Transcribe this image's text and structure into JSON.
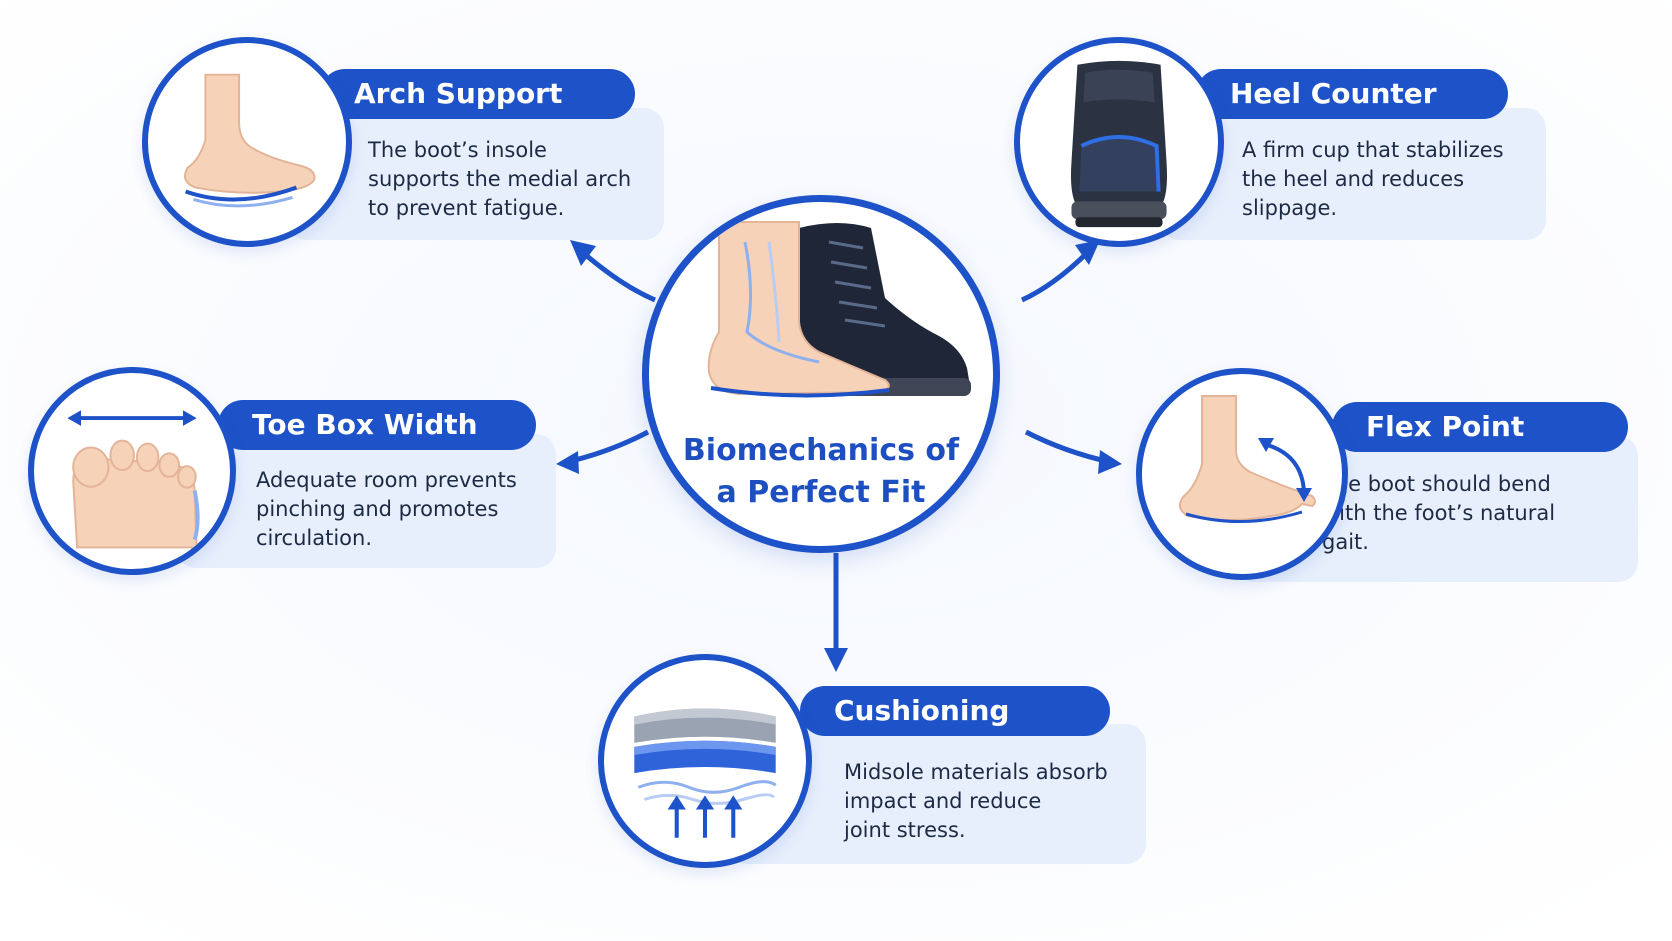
{
  "hub": {
    "title_line1": "Biomechanics of",
    "title_line2": "a Perfect Fit",
    "icon": "foot-and-boot-cross-section-illustration"
  },
  "features": {
    "arch_support": {
      "title": "Arch Support",
      "description_lines": [
        "The boot’s insole",
        "supports the medial arch",
        "to prevent fatigue."
      ],
      "icon": "foot-arch-icon"
    },
    "heel_counter": {
      "title": "Heel Counter",
      "description_lines": [
        "A firm cup that stabilizes",
        "the heel and reduces",
        "slippage."
      ],
      "icon": "boot-heel-icon"
    },
    "toe_box_width": {
      "title": "Toe Box Width",
      "description_lines": [
        "Adequate room prevents",
        "pinching and promotes",
        "circulation."
      ],
      "icon": "toes-width-icon"
    },
    "flex_point": {
      "title": "Flex Point",
      "description_lines": [
        "The boot should bend",
        "with the foot’s natural",
        "gait."
      ],
      "icon": "foot-flex-icon"
    },
    "cushioning": {
      "title": "Cushioning",
      "description_lines": [
        "Midsole materials absorb",
        "impact and reduce",
        "joint stress."
      ],
      "icon": "midsole-cushion-icon"
    }
  },
  "colors": {
    "accent": "#1e52c8",
    "card_background": "#e7effc",
    "text": "#1d2a44",
    "skin": "#f6d2b8"
  }
}
